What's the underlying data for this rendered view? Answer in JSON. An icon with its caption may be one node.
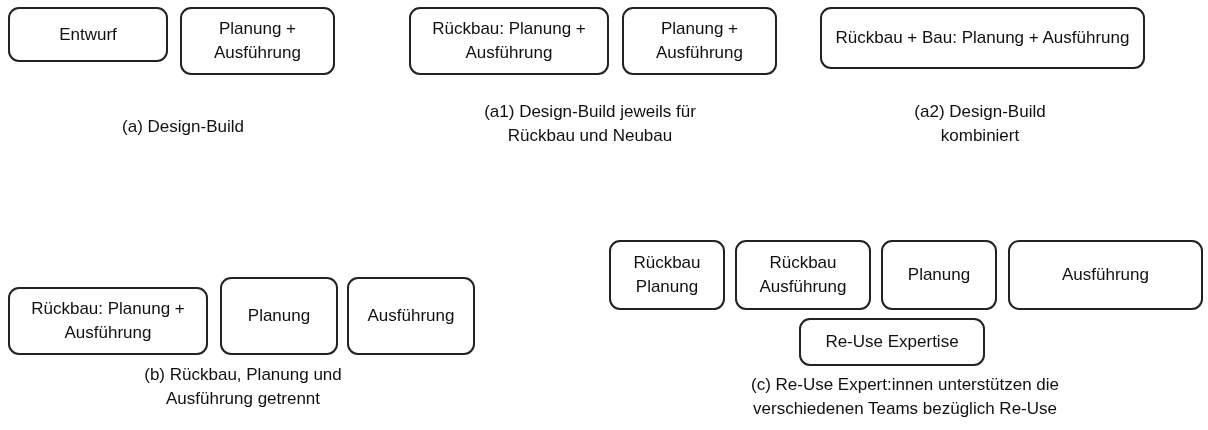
{
  "diagram": {
    "nodes": [
      {
        "text": [
          "Entwurf"
        ]
      },
      {
        "text": [
          "Planung + Ausführung"
        ]
      },
      {
        "text": [
          "Rückbau: Planung + Ausführung"
        ]
      },
      {
        "text": [
          "Planung + Ausführung"
        ]
      },
      {
        "text": [
          "Rückbau + Bau: Planung + Ausführung"
        ]
      },
      {
        "text": [
          "Rückbau: Planung + Ausführung"
        ]
      },
      {
        "text": [
          "Planung"
        ]
      },
      {
        "text": [
          "Ausführung"
        ]
      },
      {
        "text": [
          "Rückbau Planung"
        ]
      },
      {
        "text": [
          "Rückbau Ausführung"
        ]
      },
      {
        "text": [
          "Planung"
        ]
      },
      {
        "text": [
          "Ausführung"
        ]
      },
      {
        "text": [
          "Re-Use Expertise"
        ]
      }
    ],
    "edges": [],
    "labels": [
      "(a) Design-Build",
      "(a1) Design-Build jeweils für Rückbau und Neubau",
      "(a2) Design-Build kombiniert",
      "(b) Rückbau, Planung und Ausführung getrennt",
      "(c) Re-Use Expert:innen unterstützen die verschiedenen Teams bezüglich Re-Use"
    ]
  }
}
